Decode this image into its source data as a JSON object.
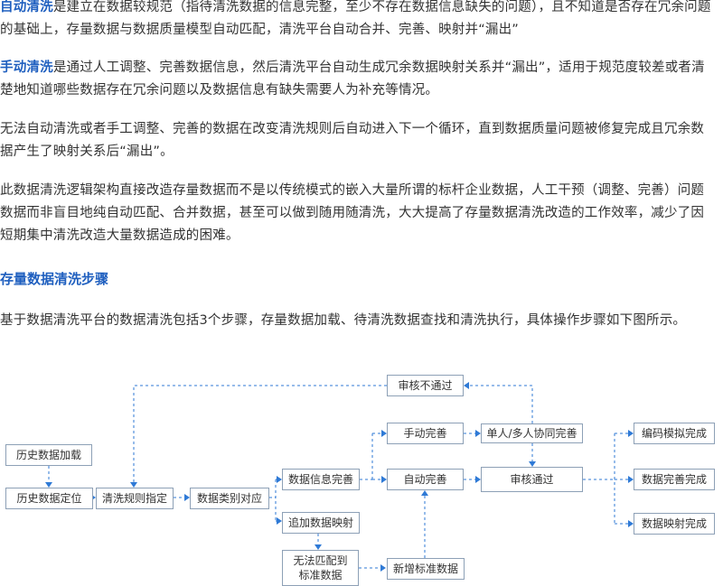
{
  "paragraphs": {
    "p1": {
      "term": "自动清洗",
      "text": "是建立在数据较规范（指待清洗数据的信息完整，至少不存在数据信息缺失的问题），且不知道是否存在冗余问题的基础上，存量数据与数据质量模型自动匹配，清洗平台自动合并、完善、映射并“漏出”"
    },
    "p2": {
      "term": "手动清洗",
      "text": "是通过人工调整、完善数据信息，然后清洗平台自动生成冗余数据映射关系并“漏出”，适用于规范度较差或者清楚地知道哪些数据存在冗余问题以及数据信息有缺失需要人为补充等情况。"
    },
    "p3": "无法自动清洗或者手工调整、完善的数据在改变清洗规则后自动进入下一个循环，直到数据质量问题被修复完成且冗余数据产生了映射关系后“漏出”。",
    "p4": "此数据清洗逻辑架构直接改造存量数据而不是以传统模式的嵌入大量所谓的标杆企业数据，人工干预（调整、完善）问题数据而非盲目地纯自动匹配、合并数据，甚至可以做到随用随清洗，大大提高了存量数据清洗改造的工作效率，减少了因短期集中清洗改造大量数据造成的困难。",
    "p5": "基于数据清洗平台的数据清洗包括3个步骤，存量数据加载、待清洗数据查找和清洗执行，具体操作步骤如下图所示。"
  },
  "section_title": "存量数据清洗步骤",
  "flowchart": {
    "history_load": "历史数据加载",
    "history_locate": "历史数据定位",
    "rule_specify": "清洗规则指定",
    "category_match": "数据类别对应",
    "info_complete": "数据信息完善",
    "append_mapping": "追加数据映射",
    "cannot_match": "无法匹配到\n标准数据",
    "new_standard": "新增标准数据",
    "review_fail": "审核不通过",
    "manual_complete": "手动完善",
    "auto_complete": "自动完善",
    "collab_complete": "单人/多人协同完善",
    "review_pass": "审核通过",
    "code_mock_done": "编码模拟完成",
    "data_complete_done": "数据完善完成",
    "data_mapping_done": "数据映射完成"
  },
  "colors": {
    "accent": "#1f5fbf",
    "connector": "#2f7ad6",
    "box_border": "#8da0b6",
    "text": "#333333"
  }
}
